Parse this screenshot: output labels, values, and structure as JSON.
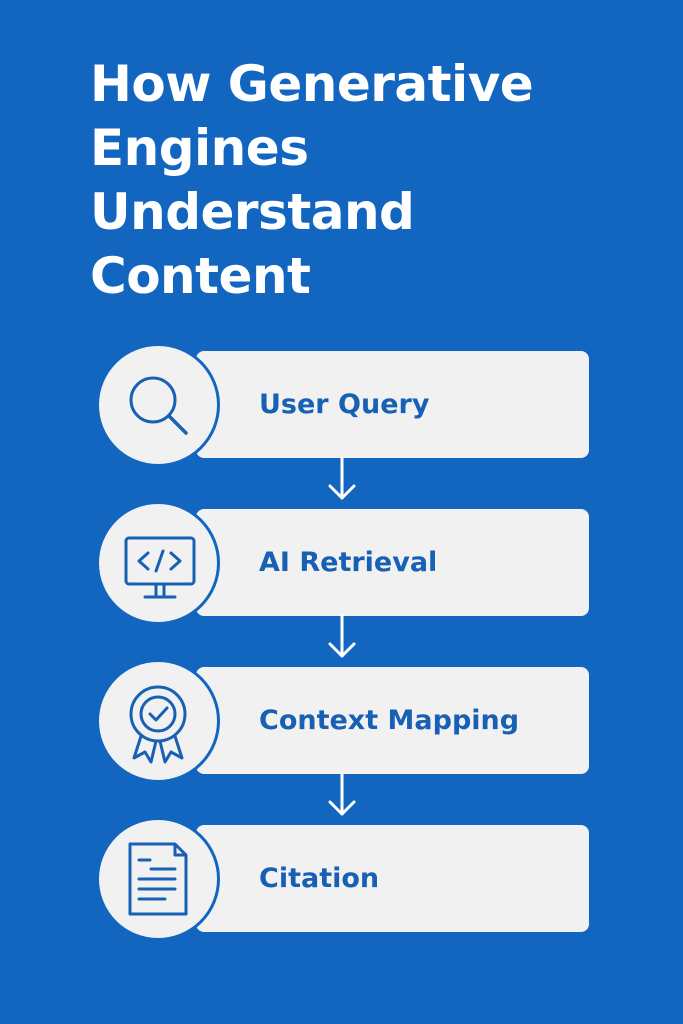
{
  "title": "How Generative Engines Understand Content",
  "steps": [
    {
      "label": "User Query",
      "icon": "search-icon"
    },
    {
      "label": "AI Retrieval",
      "icon": "code-monitor-icon"
    },
    {
      "label": "Context Mapping",
      "icon": "badge-check-icon"
    },
    {
      "label": "Citation",
      "icon": "document-icon"
    }
  ],
  "colors": {
    "background": "#1366c0",
    "card": "#f1f1f2",
    "accent": "#1860b4",
    "title": "#ffffff"
  }
}
